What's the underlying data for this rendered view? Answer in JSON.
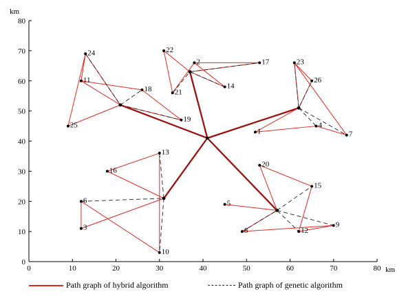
{
  "chart_data": {
    "type": "scatter",
    "x_unit": "km",
    "y_unit": "km",
    "xlim": [
      0,
      80
    ],
    "ylim": [
      0,
      80
    ],
    "x_ticks": [
      0,
      10,
      20,
      30,
      40,
      50,
      60,
      70,
      80
    ],
    "y_ticks": [
      0,
      10,
      20,
      30,
      40,
      50,
      60,
      70,
      80
    ],
    "grid": false,
    "legend_position": "bottom",
    "colors": {
      "hybrid": "#e8261f",
      "trunk": "#9e0f0f",
      "genetic": "#222222"
    },
    "center": {
      "x": 41,
      "y": 41
    },
    "hubs": [
      {
        "x": 21,
        "y": 52
      },
      {
        "x": 37,
        "y": 63
      },
      {
        "x": 62,
        "y": 51
      },
      {
        "x": 31,
        "y": 21
      },
      {
        "x": 57,
        "y": 17
      }
    ],
    "points": [
      {
        "label": "1",
        "x": 52,
        "y": 43
      },
      {
        "label": "2",
        "x": 38,
        "y": 66
      },
      {
        "label": "3",
        "x": 12,
        "y": 11
      },
      {
        "label": "4",
        "x": 66,
        "y": 45
      },
      {
        "label": "5",
        "x": 45,
        "y": 19
      },
      {
        "label": "6",
        "x": 12,
        "y": 20
      },
      {
        "label": "7",
        "x": 73,
        "y": 42
      },
      {
        "label": "8",
        "x": 49,
        "y": 10
      },
      {
        "label": "9",
        "x": 70,
        "y": 12
      },
      {
        "label": "10",
        "x": 30,
        "y": 3
      },
      {
        "label": "11",
        "x": 12,
        "y": 60
      },
      {
        "label": "12",
        "x": 62,
        "y": 10
      },
      {
        "label": "13",
        "x": 30,
        "y": 36
      },
      {
        "label": "14",
        "x": 45,
        "y": 58
      },
      {
        "label": "15",
        "x": 65,
        "y": 25
      },
      {
        "label": "16",
        "x": 18,
        "y": 30
      },
      {
        "label": "17",
        "x": 53,
        "y": 66
      },
      {
        "label": "18",
        "x": 26,
        "y": 57
      },
      {
        "label": "19",
        "x": 35,
        "y": 47
      },
      {
        "label": "20",
        "x": 53,
        "y": 32
      },
      {
        "label": "21",
        "x": 33,
        "y": 56
      },
      {
        "label": "22",
        "x": 31,
        "y": 70
      },
      {
        "label": "23",
        "x": 61,
        "y": 66
      },
      {
        "label": "24",
        "x": 13,
        "y": 69
      },
      {
        "label": "25",
        "x": 9,
        "y": 45
      },
      {
        "label": "26",
        "x": 65,
        "y": 60
      }
    ],
    "trunk_routes": [
      [
        [
          41,
          41
        ],
        [
          21,
          52
        ]
      ],
      [
        [
          41,
          41
        ],
        [
          37,
          63
        ]
      ],
      [
        [
          41,
          41
        ],
        [
          62,
          51
        ]
      ],
      [
        [
          41,
          41
        ],
        [
          31,
          21
        ]
      ],
      [
        [
          41,
          41
        ],
        [
          57,
          17
        ]
      ]
    ],
    "hybrid_routes": [
      [
        [
          21,
          52
        ],
        [
          13,
          69
        ],
        [
          12,
          60
        ],
        [
          26,
          57
        ],
        [
          35,
          47
        ],
        [
          21,
          52
        ]
      ],
      [
        [
          21,
          52
        ],
        [
          9,
          45
        ],
        [
          13,
          69
        ]
      ],
      [
        [
          12,
          60
        ],
        [
          21,
          52
        ]
      ],
      [
        [
          37,
          63
        ],
        [
          31,
          70
        ],
        [
          33,
          56
        ],
        [
          38,
          66
        ],
        [
          45,
          58
        ],
        [
          37,
          63
        ]
      ],
      [
        [
          37,
          63
        ],
        [
          53,
          66
        ],
        [
          38,
          66
        ]
      ],
      [
        [
          62,
          51
        ],
        [
          61,
          66
        ],
        [
          73,
          42
        ],
        [
          66,
          45
        ],
        [
          52,
          43
        ],
        [
          62,
          51
        ]
      ],
      [
        [
          62,
          51
        ],
        [
          65,
          60
        ],
        [
          61,
          66
        ]
      ],
      [
        [
          31,
          21
        ],
        [
          18,
          30
        ],
        [
          30,
          36
        ],
        [
          30,
          3
        ],
        [
          12,
          20
        ],
        [
          12,
          11
        ],
        [
          31,
          21
        ]
      ],
      [
        [
          57,
          17
        ],
        [
          53,
          32
        ],
        [
          65,
          25
        ],
        [
          62,
          10
        ],
        [
          70,
          12
        ],
        [
          49,
          10
        ],
        [
          57,
          17
        ]
      ],
      [
        [
          57,
          17
        ],
        [
          45,
          19
        ]
      ]
    ],
    "genetic_routes": [
      [
        [
          13,
          69
        ],
        [
          21,
          52
        ],
        [
          26,
          57
        ]
      ],
      [
        [
          21,
          52
        ],
        [
          35,
          47
        ]
      ],
      [
        [
          33,
          56
        ],
        [
          37,
          63
        ],
        [
          53,
          66
        ]
      ],
      [
        [
          37,
          63
        ],
        [
          45,
          58
        ]
      ],
      [
        [
          61,
          66
        ],
        [
          62,
          51
        ],
        [
          65,
          60
        ]
      ],
      [
        [
          62,
          51
        ],
        [
          66,
          45
        ]
      ],
      [
        [
          62,
          51
        ],
        [
          73,
          42
        ]
      ],
      [
        [
          12,
          20
        ],
        [
          31,
          21
        ],
        [
          30,
          3
        ]
      ],
      [
        [
          31,
          21
        ],
        [
          30,
          36
        ]
      ],
      [
        [
          49,
          10
        ],
        [
          57,
          17
        ],
        [
          62,
          10
        ]
      ],
      [
        [
          57,
          17
        ],
        [
          65,
          25
        ]
      ],
      [
        [
          57,
          17
        ],
        [
          70,
          12
        ]
      ]
    ],
    "legend": {
      "hybrid": "Path graph of hybrid algorithm",
      "genetic": "Path graph of genetic algorithm"
    }
  }
}
